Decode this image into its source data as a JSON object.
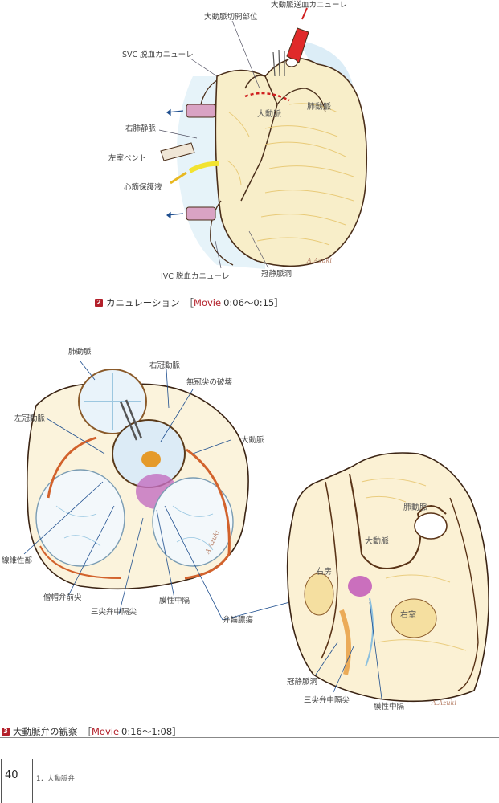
{
  "figure2": {
    "labels": {
      "aortic_perfusion_cannula": "大動脈送血カニューレ",
      "aortotomy_site": "大動脈切開部位",
      "svc_cannula": "SVC 脱血カニューレ",
      "right_pulmonary_vein": "右肺静脈",
      "lv_vent": "左室ベント",
      "cardioplegia": "心筋保護液",
      "ivc_cannula": "IVC 脱血カニューレ",
      "coronary_sinus": "冠静脈洞",
      "aorta": "大動脈",
      "pulmonary_artery": "肺動脈"
    },
    "caption": {
      "number": "2",
      "title": "カニュレーション",
      "bracket_open": "［",
      "movie_label": "Movie",
      "time": "0:06〜0:15",
      "bracket_close": "］"
    }
  },
  "figure3": {
    "left_labels": {
      "pulmonary_artery": "肺動脈",
      "right_coronary": "右冠動脈",
      "ncc_destruction": "無冠尖の破壊",
      "left_coronary": "左冠動脈",
      "aorta": "大動脈",
      "fibrous_part": "線維性部",
      "mitral_anterior": "僧帽弁前尖",
      "tricuspid_septal": "三尖弁中隔尖",
      "membranous_septum": "膜性中隔",
      "annular_abscess": "弁輪膿瘍"
    },
    "right_labels": {
      "pulmonary_artery": "肺動脈",
      "aorta": "大動脈",
      "right_atrium": "右房",
      "right_ventricle": "右室",
      "coronary_sinus": "冠静脈洞",
      "tricuspid_septal": "三尖弁中隔尖",
      "membranous_septum": "膜性中隔"
    },
    "caption": {
      "number": "3",
      "title": "大動脈弁の観察",
      "bracket_open": "［",
      "movie_label": "Movie",
      "time": "0:16〜1:08",
      "bracket_close": "］"
    }
  },
  "footer": {
    "page_number": "40",
    "running_head": "1．大動脈弁"
  },
  "colors": {
    "accent_red": "#b3202a",
    "rule_gray": "#888888"
  }
}
